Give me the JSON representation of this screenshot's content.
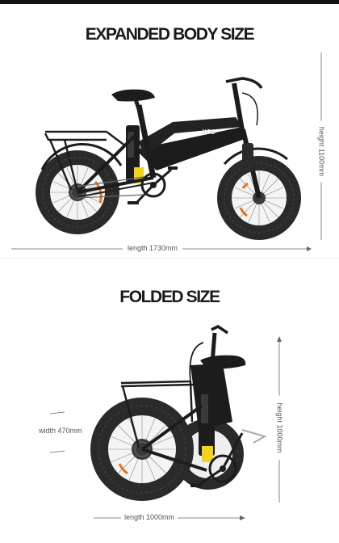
{
  "expanded": {
    "heading": "EXPANDED BODY SIZE",
    "length_label": "length 1730mm",
    "height_label": "height 1100mm",
    "frame_text": "XOS"
  },
  "folded": {
    "heading": "FOLDED SIZE",
    "width_label": "width 470mm",
    "height_label": "height 1000mm",
    "length_label": "length 1000mm"
  },
  "colors": {
    "frame": "#1c1c1c",
    "tire": "#2a2a2a",
    "accent_yellow": "#f2d21b",
    "accent_orange": "#e8731c",
    "dimension_line": "#666666"
  }
}
